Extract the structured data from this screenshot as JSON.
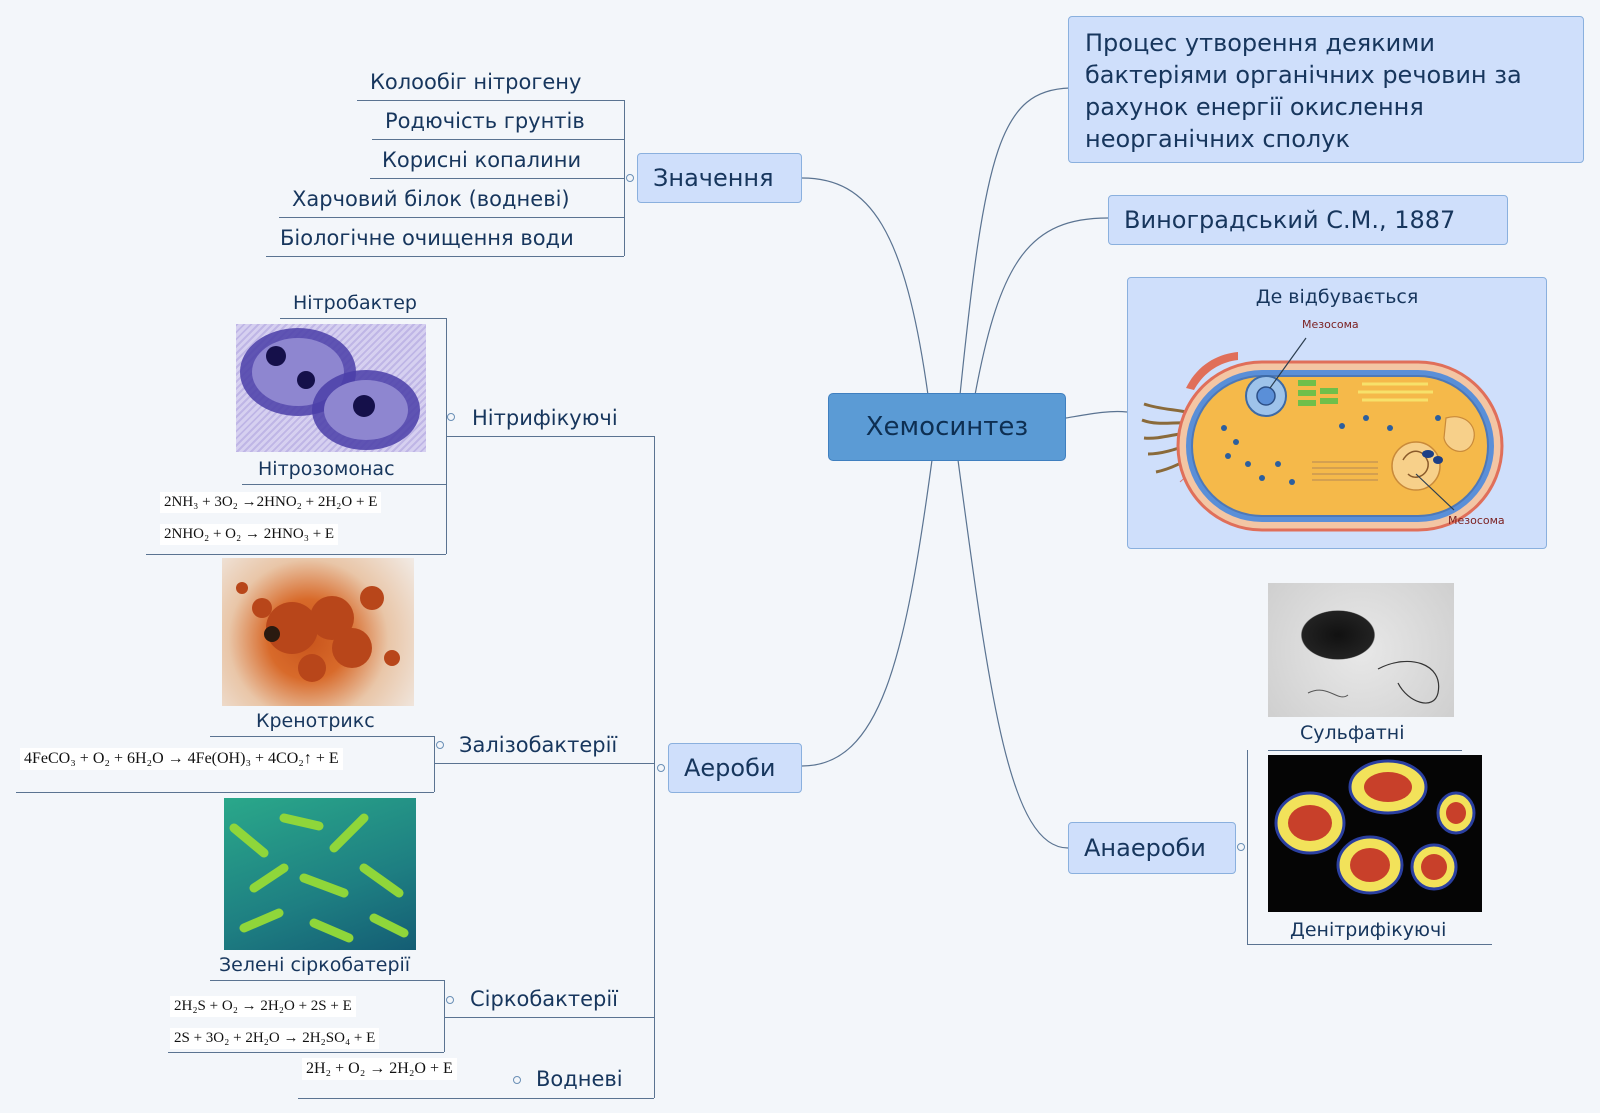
{
  "central": "Хемосинтез",
  "definition": "Процес утворення деякими бактеріями органічних речовин за рахунок енергії окислення неорганічних сполук",
  "author": "Виноградський С.М., 1887",
  "location": {
    "title": "Де відбувається",
    "label_top": "Мезосома",
    "label_bottom": "Мезосома"
  },
  "anaerobes": {
    "label": "Анаероби",
    "sulfate": "Сульфатні",
    "denitrifying": "Денітрифікуючі"
  },
  "significance": {
    "label": "Значення",
    "items": [
      "Колообіг нітрогену",
      "Родючість грунтів",
      "Корисні копалини",
      "Харчовий білок (водневі)",
      "Біологічне очищення води"
    ]
  },
  "aerobes": {
    "label": "Аероби",
    "nitrifying": {
      "label": "Нітрифікуючі",
      "nitrobacter": "Нітробактер",
      "nitrosomonas": "Нітрозомонас",
      "formula1": "2NH₃ + 3O₂ →2HNO₂ + 2H₂O + E",
      "formula2": "2NHO₂ + O₂ → 2HNO₃ + E"
    },
    "iron": {
      "label": "Залізобактерії",
      "crenothrix": "Кренотрикс",
      "formula": "4FeCO₃ + O₂ + 6H₂O → 4Fe(OH)₃ + 4CO₂↑ + E"
    },
    "sulfur": {
      "label": "Сіркобактерії",
      "green": "Зелені сіркобатерії",
      "formula1": "2H₂S + O₂ → 2H₂O + 2S + E",
      "formula2": "2S + 3O₂ + 2H₂O → 2H₂SO₄ + E"
    },
    "hydrogen": {
      "label": "Водневі",
      "formula": "2H₂ + O₂ → 2H₂O + E"
    }
  }
}
